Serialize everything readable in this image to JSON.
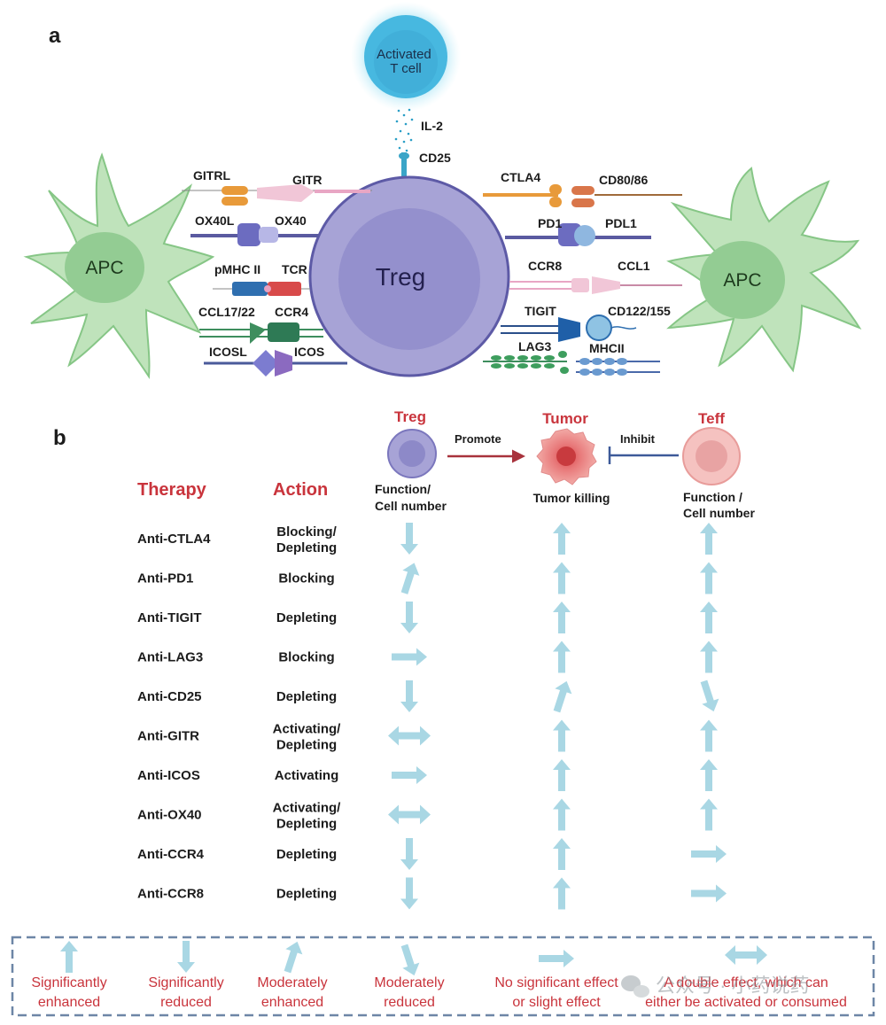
{
  "panel_a": {
    "letter": "a",
    "activated_t_cell": [
      "Activated",
      "T cell"
    ],
    "cytokine": "IL-2",
    "cd25": "CD25",
    "treg": "Treg",
    "apc_left": "APC",
    "apc_right": "APC",
    "left_pairs": [
      {
        "ligand": "GITRL",
        "receptor": "GITR"
      },
      {
        "ligand": "OX40L",
        "receptor": "OX40"
      },
      {
        "ligand": "pMHC II",
        "receptor": "TCR"
      },
      {
        "ligand": "CCL17/22",
        "receptor": "CCR4"
      },
      {
        "ligand": "ICOSL",
        "receptor": "ICOS"
      }
    ],
    "right_pairs": [
      {
        "receptor": "CTLA4",
        "ligand": "CD80/86"
      },
      {
        "receptor": "PD1",
        "ligand": "PDL1"
      },
      {
        "receptor": "CCR8",
        "ligand": "CCL1"
      },
      {
        "receptor": "TIGIT",
        "ligand": "CD122/155"
      },
      {
        "receptor": "LAG3",
        "ligand": "MHCII"
      }
    ]
  },
  "panel_b": {
    "letter": "b",
    "header_therapy": "Therapy",
    "header_action": "Action",
    "treg_title": "Treg",
    "tumor_title": "Tumor",
    "teff_title": "Teff",
    "promote": "Promote",
    "inhibit": "Inhibit",
    "treg_col_label": [
      "Function/",
      "Cell number"
    ],
    "tumor_col_label": "Tumor killing",
    "teff_col_label": [
      "Function /",
      "Cell number"
    ],
    "rows": [
      {
        "therapy": "Anti-CTLA4",
        "action": [
          "Blocking/",
          "Depleting"
        ],
        "treg": "sig_down",
        "tumor": "sig_up",
        "teff": "sig_up"
      },
      {
        "therapy": "Anti-PD1",
        "action": [
          "Blocking"
        ],
        "treg": "mod_up",
        "tumor": "sig_up",
        "teff": "sig_up"
      },
      {
        "therapy": "Anti-TIGIT",
        "action": [
          "Depleting"
        ],
        "treg": "sig_down",
        "tumor": "sig_up",
        "teff": "sig_up"
      },
      {
        "therapy": "Anti-LAG3",
        "action": [
          "Blocking"
        ],
        "treg": "none",
        "tumor": "sig_up",
        "teff": "sig_up"
      },
      {
        "therapy": "Anti-CD25",
        "action": [
          "Depleting"
        ],
        "treg": "sig_down",
        "tumor": "mod_up",
        "teff": "mod_down"
      },
      {
        "therapy": "Anti-GITR",
        "action": [
          "Activating/",
          "Depleting"
        ],
        "treg": "double",
        "tumor": "sig_up",
        "teff": "sig_up"
      },
      {
        "therapy": "Anti-ICOS",
        "action": [
          "Activating"
        ],
        "treg": "none",
        "tumor": "sig_up",
        "teff": "sig_up"
      },
      {
        "therapy": "Anti-OX40",
        "action": [
          "Activating/",
          "Depleting"
        ],
        "treg": "double",
        "tumor": "sig_up",
        "teff": "sig_up"
      },
      {
        "therapy": "Anti-CCR4",
        "action": [
          "Depleting"
        ],
        "treg": "sig_down",
        "tumor": "sig_up",
        "teff": "none"
      },
      {
        "therapy": "Anti-CCR8",
        "action": [
          "Depleting"
        ],
        "treg": "sig_down",
        "tumor": "sig_up",
        "teff": "none"
      }
    ],
    "legend": [
      {
        "kind": "sig_up",
        "text": [
          "Significantly",
          "enhanced"
        ]
      },
      {
        "kind": "sig_down",
        "text": [
          "Significantly",
          "reduced"
        ]
      },
      {
        "kind": "mod_up",
        "text": [
          "Moderately",
          "enhanced"
        ]
      },
      {
        "kind": "mod_down",
        "text": [
          "Moderately",
          "reduced"
        ]
      },
      {
        "kind": "none",
        "text": [
          "No significant effect",
          "or slight effect"
        ]
      },
      {
        "kind": "double",
        "text": [
          "A double effect, which can",
          "either be activated or consumed"
        ]
      }
    ],
    "watermark": "公众号 · 小药说药"
  },
  "colors": {
    "arrow": "#a9d7e4",
    "treg": "#a7a3d6",
    "apc": "#bfe3bb",
    "heading_red": "#c9343c",
    "legend_border": "#6d86a6"
  }
}
